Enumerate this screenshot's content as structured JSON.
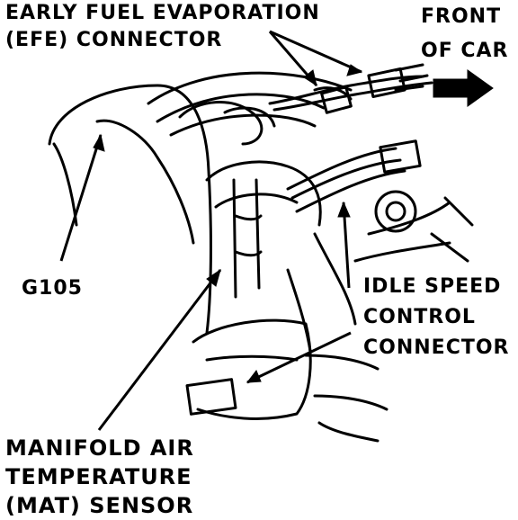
{
  "labels": {
    "efe_line1": "EARLY FUEL EVAPORATION",
    "efe_line2": "(EFE) CONNECTOR",
    "front_line1": "FRONT",
    "front_line2": "OF CAR",
    "g105": "G105",
    "isc_line1": "IDLE SPEED",
    "isc_line2": "CONTROL",
    "isc_line3": "CONNECTOR",
    "mat_line1": "MANIFOLD AIR",
    "mat_line2": "TEMPERATURE",
    "mat_line3": "(MAT) SENSOR"
  },
  "colors": {
    "ink": "#000000",
    "paper": "#ffffff"
  }
}
